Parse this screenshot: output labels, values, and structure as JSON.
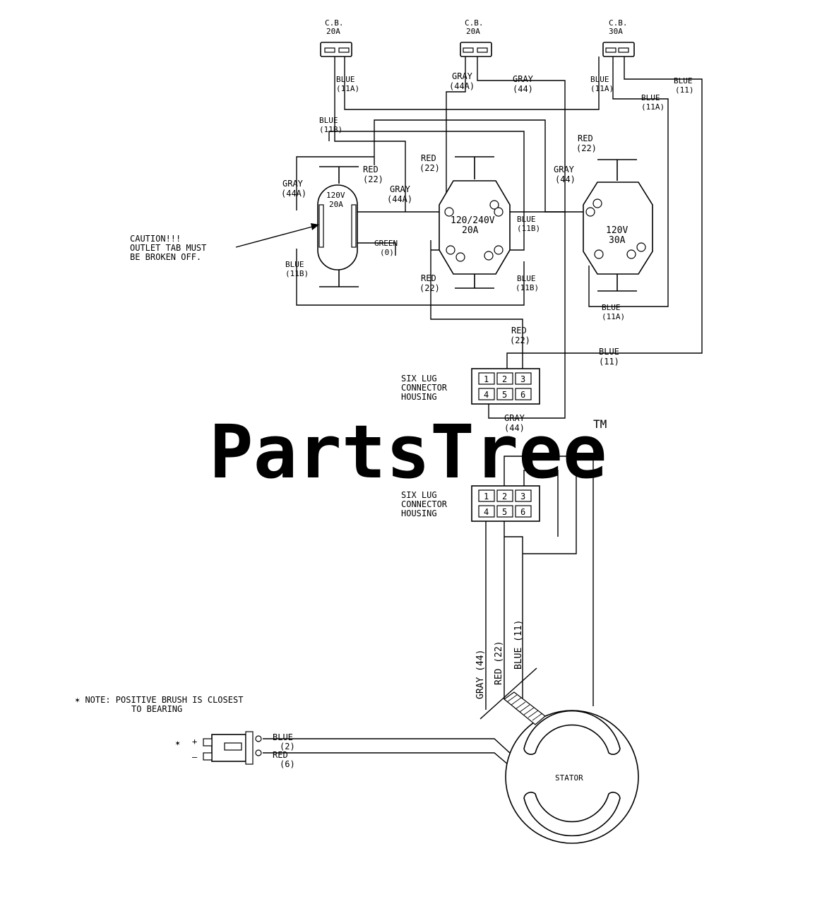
{
  "breakers": [
    {
      "line1": "C.B.",
      "line2": "20A"
    },
    {
      "line1": "C.B.",
      "line2": "20A"
    },
    {
      "line1": "C.B.",
      "line2": "30A"
    }
  ],
  "outlets": {
    "left": {
      "line1": "120V",
      "line2": "20A"
    },
    "center": {
      "line1": "120/240V",
      "line2": "20A"
    },
    "right": {
      "line1": "120V",
      "line2": "30A"
    }
  },
  "caution": {
    "line1": "CAUTION!!!",
    "line2": "OUTLET TAB MUST",
    "line3": "BE BROKEN OFF."
  },
  "connector_label": {
    "line1": "SIX LUG",
    "line2": "CONNECTOR",
    "line3": "HOUSING"
  },
  "lugs": [
    "1",
    "2",
    "3",
    "4",
    "5",
    "6"
  ],
  "wires": {
    "blue": "BLUE",
    "red": "RED",
    "gray": "GRAY",
    "green": "GREEN",
    "n11": "(11)",
    "n11a": "(11A)",
    "n11b": "(11B)",
    "n22": "(22)",
    "n44": "(44)",
    "n44a": "(44A)",
    "n0": "(0)",
    "n2": "(2)",
    "n6": "(6)",
    "gray44": "GRAY (44)",
    "red22": "RED (22)",
    "blue11": "BLUE (11)"
  },
  "stator_label": "STATOR",
  "note": {
    "line1": "✶ NOTE: POSITIVE BRUSH IS CLOSEST",
    "line2": "TO BEARING"
  },
  "brush": {
    "star": "✶",
    "plus": "+",
    "minus": "–"
  },
  "watermark": {
    "text": "PartsTree",
    "tm": "TM"
  }
}
